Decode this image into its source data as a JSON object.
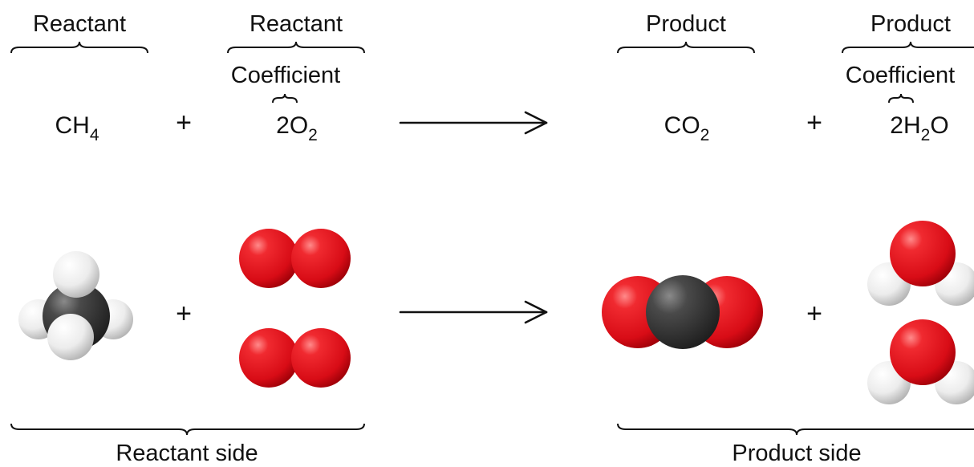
{
  "labels": {
    "reactant_1": "Reactant",
    "reactant_2": "Reactant",
    "product_1": "Product",
    "product_2": "Product",
    "coefficient_left": "Coefficient",
    "coefficient_right": "Coefficient",
    "reactant_side": "Reactant side",
    "product_side": "Product side"
  },
  "equation": {
    "ch4": {
      "main": "CH",
      "sub": "4"
    },
    "o2": {
      "coef": "2",
      "main": "O",
      "sub": "2"
    },
    "co2": {
      "main": "CO",
      "sub": "2"
    },
    "h2o": {
      "coef": "2",
      "main": "H",
      "sub": "2",
      "tail": "O"
    },
    "plus": "+"
  },
  "colors": {
    "oxygen": "#e0111b",
    "carbon": "#3a3a3a",
    "hydrogen": "#f2f2f2",
    "line": "#111111"
  }
}
